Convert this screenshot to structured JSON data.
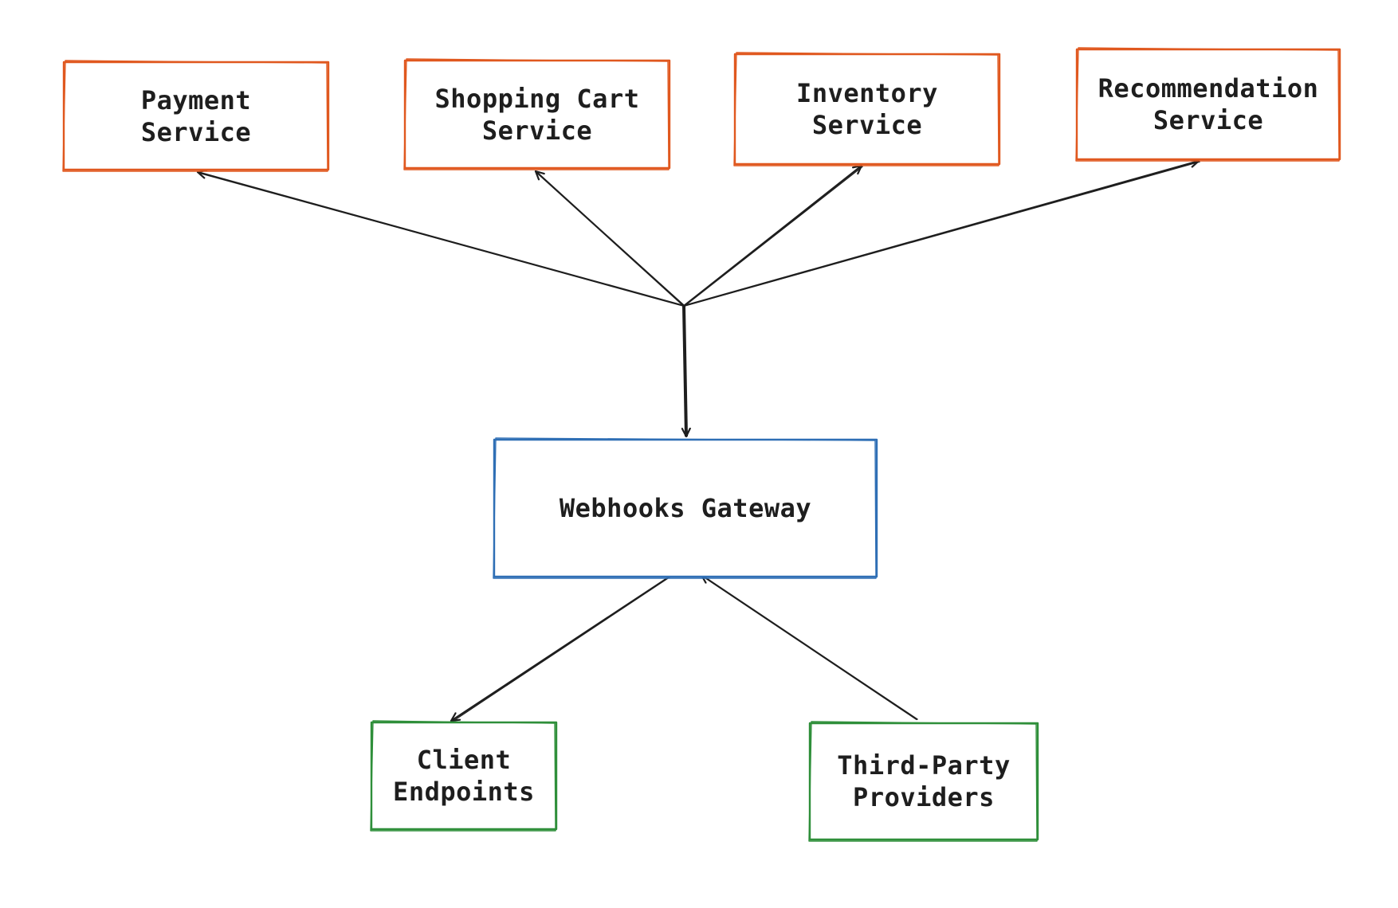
{
  "diagram": {
    "nodes": {
      "payment": {
        "lines": [
          "Payment",
          "Service"
        ],
        "color": "#e0581f"
      },
      "cart": {
        "lines": [
          "Shopping Cart",
          "Service"
        ],
        "color": "#e0581f"
      },
      "inventory": {
        "lines": [
          "Inventory",
          "Service"
        ],
        "color": "#e0581f"
      },
      "recommendation": {
        "lines": [
          "Recommendation",
          "Service"
        ],
        "color": "#e0581f"
      },
      "gateway": {
        "lines": [
          "Webhooks Gateway"
        ],
        "color": "#2f6fb5"
      },
      "client": {
        "lines": [
          "Client",
          "Endpoints"
        ],
        "color": "#2f8f3a"
      },
      "thirdparty": {
        "lines": [
          "Third-Party",
          "Providers"
        ],
        "color": "#2f8f3a"
      }
    },
    "edges": [
      {
        "from": "gateway",
        "to": "payment"
      },
      {
        "from": "gateway",
        "to": "cart"
      },
      {
        "from": "gateway",
        "to": "inventory"
      },
      {
        "from": "gateway",
        "to": "recommendation"
      },
      {
        "from": "gateway",
        "to": "client"
      },
      {
        "from": "thirdparty",
        "to": "gateway"
      }
    ],
    "edge_color": "#1e1e1e"
  }
}
